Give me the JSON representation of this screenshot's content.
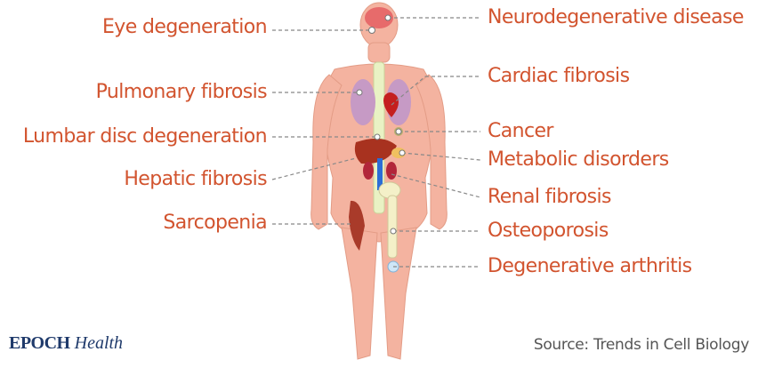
{
  "labels": {
    "eye_degeneration": "Eye degeneration",
    "neurodegenerative_disease": "Neurodegenerative disease",
    "pulmonary_fibrosis": "Pulmonary fibrosis",
    "cardiac_fibrosis": "Cardiac fibrosis",
    "lumbar_disc_degeneration": "Lumbar disc degeneration",
    "cancer": "Cancer",
    "metabolic_disorders": "Metabolic disorders",
    "hepatic_fibrosis": "Hepatic fibrosis",
    "renal_fibrosis": "Renal fibrosis",
    "sarcopenia": "Sarcopenia",
    "osteoporosis": "Osteoporosis",
    "degenerative_arthritis": "Degenerative arthritis"
  },
  "footer": {
    "brand": "EPOCH",
    "brand_suffix": "Health",
    "source": "Source: Trends in Cell Biology"
  },
  "colors": {
    "label": "#d2542f",
    "skin": "#f4b3a0",
    "leader_line": "#888888",
    "brand": "#1f3a6b"
  }
}
